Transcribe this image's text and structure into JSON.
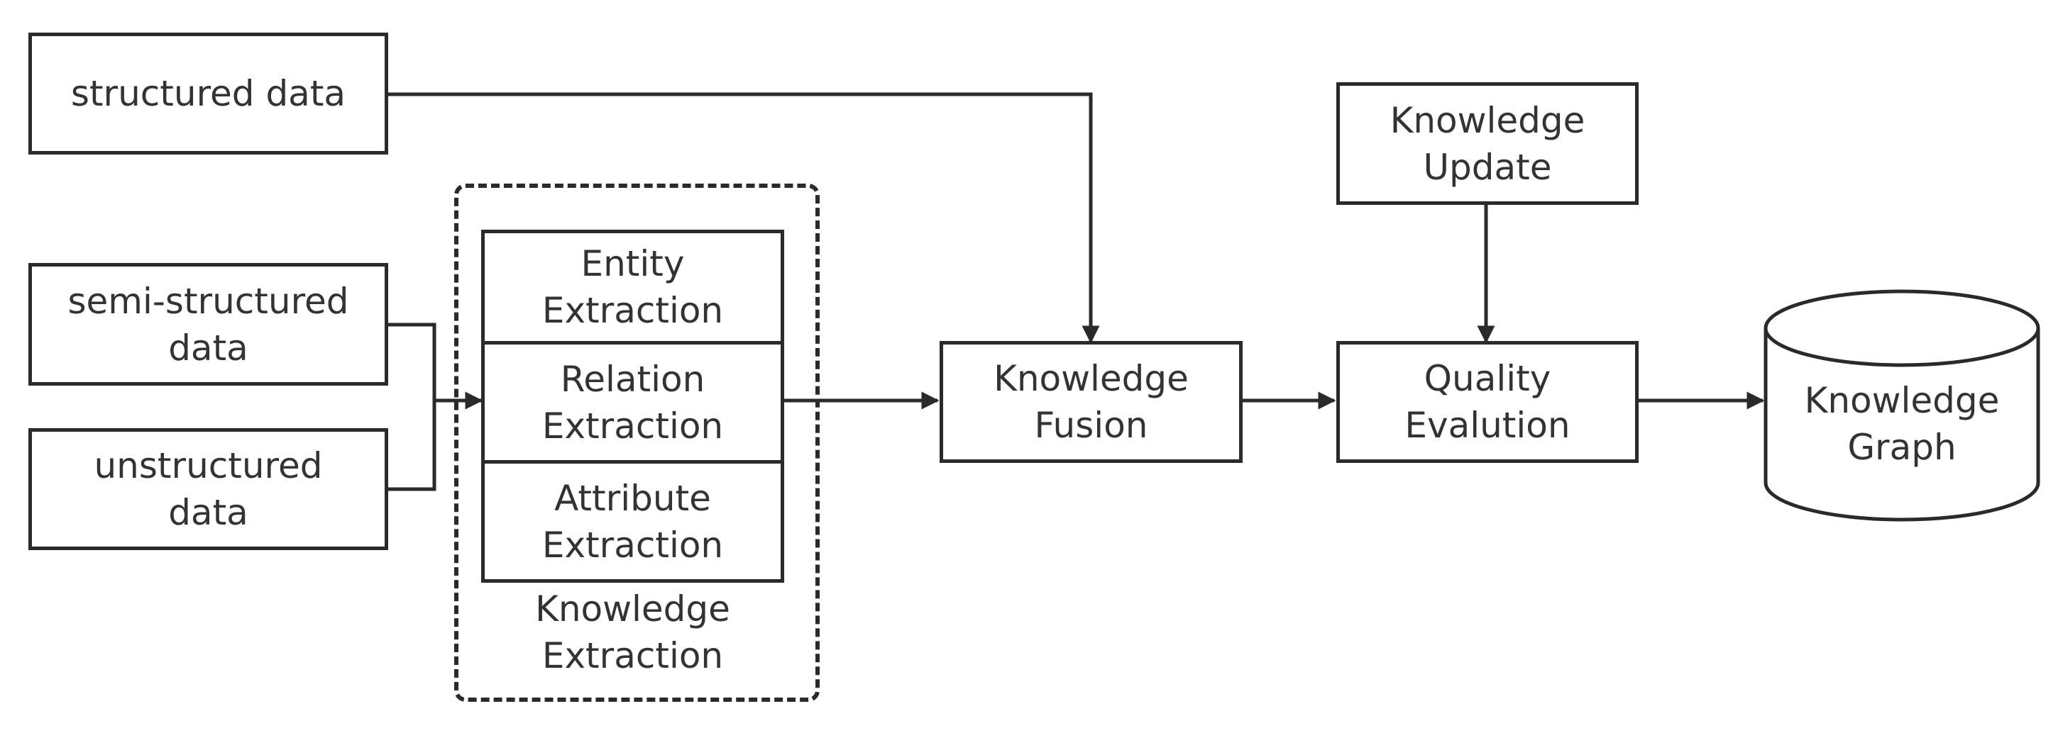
{
  "sources": {
    "structured": "structured data",
    "semi_structured": [
      "semi-structured",
      "data"
    ],
    "unstructured": [
      "unstructured",
      "data"
    ]
  },
  "extraction": {
    "entity": [
      "Entity",
      "Extraction"
    ],
    "relation": [
      "Relation",
      "Extraction"
    ],
    "attribute": [
      "Attribute",
      "Extraction"
    ],
    "group_label": [
      "Knowledge",
      "Extraction"
    ]
  },
  "fusion": [
    "Knowledge",
    "Fusion"
  ],
  "update": [
    "Knowledge",
    "Update"
  ],
  "quality": [
    "Quality",
    "Evalution"
  ],
  "graph": [
    "Knowledge",
    "Graph"
  ]
}
